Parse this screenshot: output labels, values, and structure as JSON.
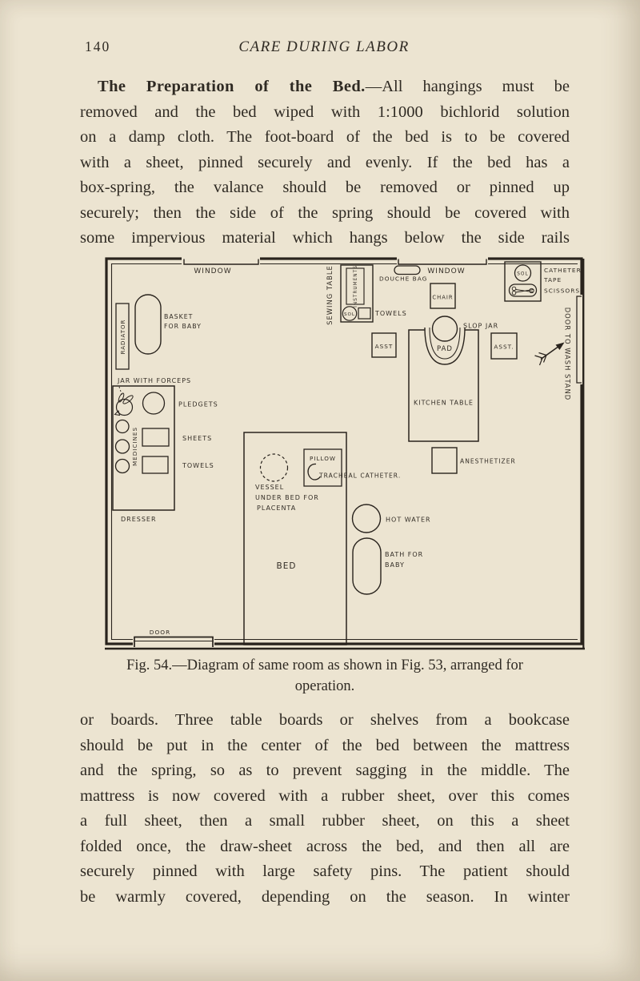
{
  "page": {
    "number": "140",
    "running_head": "CARE DURING LABOR",
    "para1": {
      "lead_bold": "The Preparation of the Bed.",
      "lead_rest": "—All hangings must be",
      "lines": [
        "removed and the bed wiped with 1:1000 bichlorid solution",
        "on a damp cloth.  The foot-board of the bed is to be covered",
        "with a sheet, pinned securely and evenly.  If the bed has a",
        "box-spring, the valance should be removed or pinned up",
        "securely; then the side of the spring should be covered with",
        "some impervious material which hangs below the side rails"
      ]
    },
    "caption": {
      "line1": "Fig. 54.—Diagram of same room as shown in Fig. 53, arranged for",
      "line2": "operation."
    },
    "para2": {
      "lines": [
        "or boards.  Three table boards or shelves from a bookcase",
        "should be put in the center of the bed between the mattress",
        "and the spring, so as to prevent sagging in the middle.  The",
        "mattress is now covered with a rubber sheet, over this comes",
        "a full sheet, then a small rubber sheet, on this a sheet",
        "folded once, the draw-sheet across the bed, and then all are",
        "securely pinned with large safety pins.  The patient should",
        "be warmly covered, depending on the season.  In winter"
      ]
    }
  },
  "diagram": {
    "window_left": "WINDOW",
    "window_right": "WINDOW",
    "radiator": "RADIATOR",
    "basket_1": "BASKET",
    "basket_2": "FOR BABY",
    "jar_with_forceps": "JAR WITH FORCEPS",
    "pledgets": "PLEDGETS",
    "medicines": "MEDICINES",
    "sheets": "SHEETS",
    "towels_dresser": "TOWELS",
    "dresser": "DRESSER",
    "door_bottom": "DOOR",
    "bed": "BED",
    "pillow": "PILLOW",
    "tracheal_catheter": "TRACHEAL CATHETER.",
    "vessel_1": "VESSEL",
    "vessel_2": "UNDER BED FOR",
    "vessel_3": "PLACENTA",
    "hot_water": "HOT WATER",
    "bath_1": "BATH FOR",
    "bath_2": "BABY",
    "kitchen_table": "KITCHEN TABLE",
    "slop_jar": "SLOP JAR",
    "pad": "PAD",
    "asst_left": "ASST",
    "asst_right": "ASST.",
    "chair": "CHAIR",
    "anesthetizer": "ANESTHETIZER",
    "sewing_table": "SEWING TABLE",
    "instruments": "INSTRUMENTS",
    "sol": "SOL",
    "towels_sewing": "TOWELS",
    "douche_bag": "DOUCHE BAG",
    "catheter": "CATHETER",
    "tape": "TAPE",
    "scissors": "SCISSORS",
    "door_wash_stand": "DOOR TO WASH STAND"
  },
  "colors": {
    "paper": "#ece4d1",
    "ink": "#2e2822"
  }
}
